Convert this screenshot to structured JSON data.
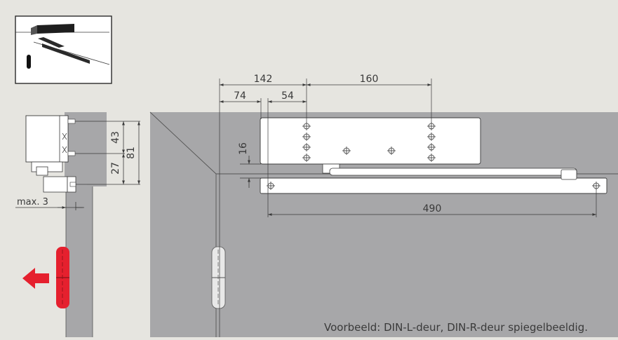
{
  "dimensions": {
    "d142": "142",
    "d160": "160",
    "d74": "74",
    "d54": "54",
    "d16": "16",
    "d490": "490",
    "d43": "43",
    "d81": "81",
    "d27": "27",
    "max3": "max. 3"
  },
  "caption": "Voorbeeld: DIN-L-deur, DIN-R-deur spiegelbeeldig.",
  "colors": {
    "background": "#e6e5e0",
    "door": "#a7a7a9",
    "hinge_red": "#e5202e",
    "line": "#3a3a3a"
  },
  "icons": {
    "arrow": "red-left-arrow-icon",
    "thumbnail": "door-closer-thumbnail"
  }
}
